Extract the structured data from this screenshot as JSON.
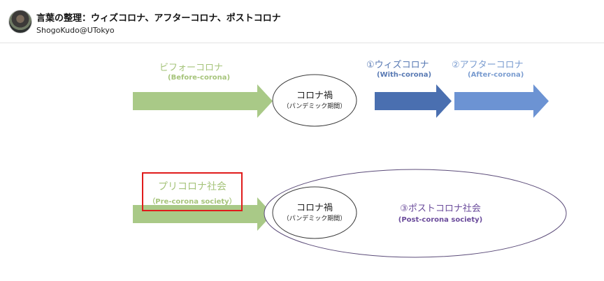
{
  "post": {
    "title": "言葉の整理：ウィズコロナ、アフターコロナ、ポストコロナ",
    "author": "ShogoKudo@UTokyo"
  },
  "diagram": {
    "row1": {
      "before_ja": "ビフォーコロナ",
      "before_en": "(Before-corona)",
      "crisis_ja": "コロナ禍",
      "crisis_sub": "（パンデミック期間）",
      "with_ja": "①ウィズコロナ",
      "with_en": "(With-corona)",
      "after_ja": "②アフターコロナ",
      "after_en": "(After-corona)"
    },
    "row2": {
      "pre_ja": "プリコロナ社会",
      "pre_en": "（Pre-corona society）",
      "crisis_ja": "コロナ禍",
      "crisis_sub": "（パンデミック期間）",
      "post_ja": "③ポストコロナ社会",
      "post_en": "(Post-corona society)"
    }
  },
  "colors": {
    "green_arrow": "#a9c987",
    "dark_blue_arrow": "#4a6fb0",
    "light_blue_arrow": "#6c93d3",
    "highlight_box": "#e01b1b",
    "outline": "#3a3a3a"
  }
}
